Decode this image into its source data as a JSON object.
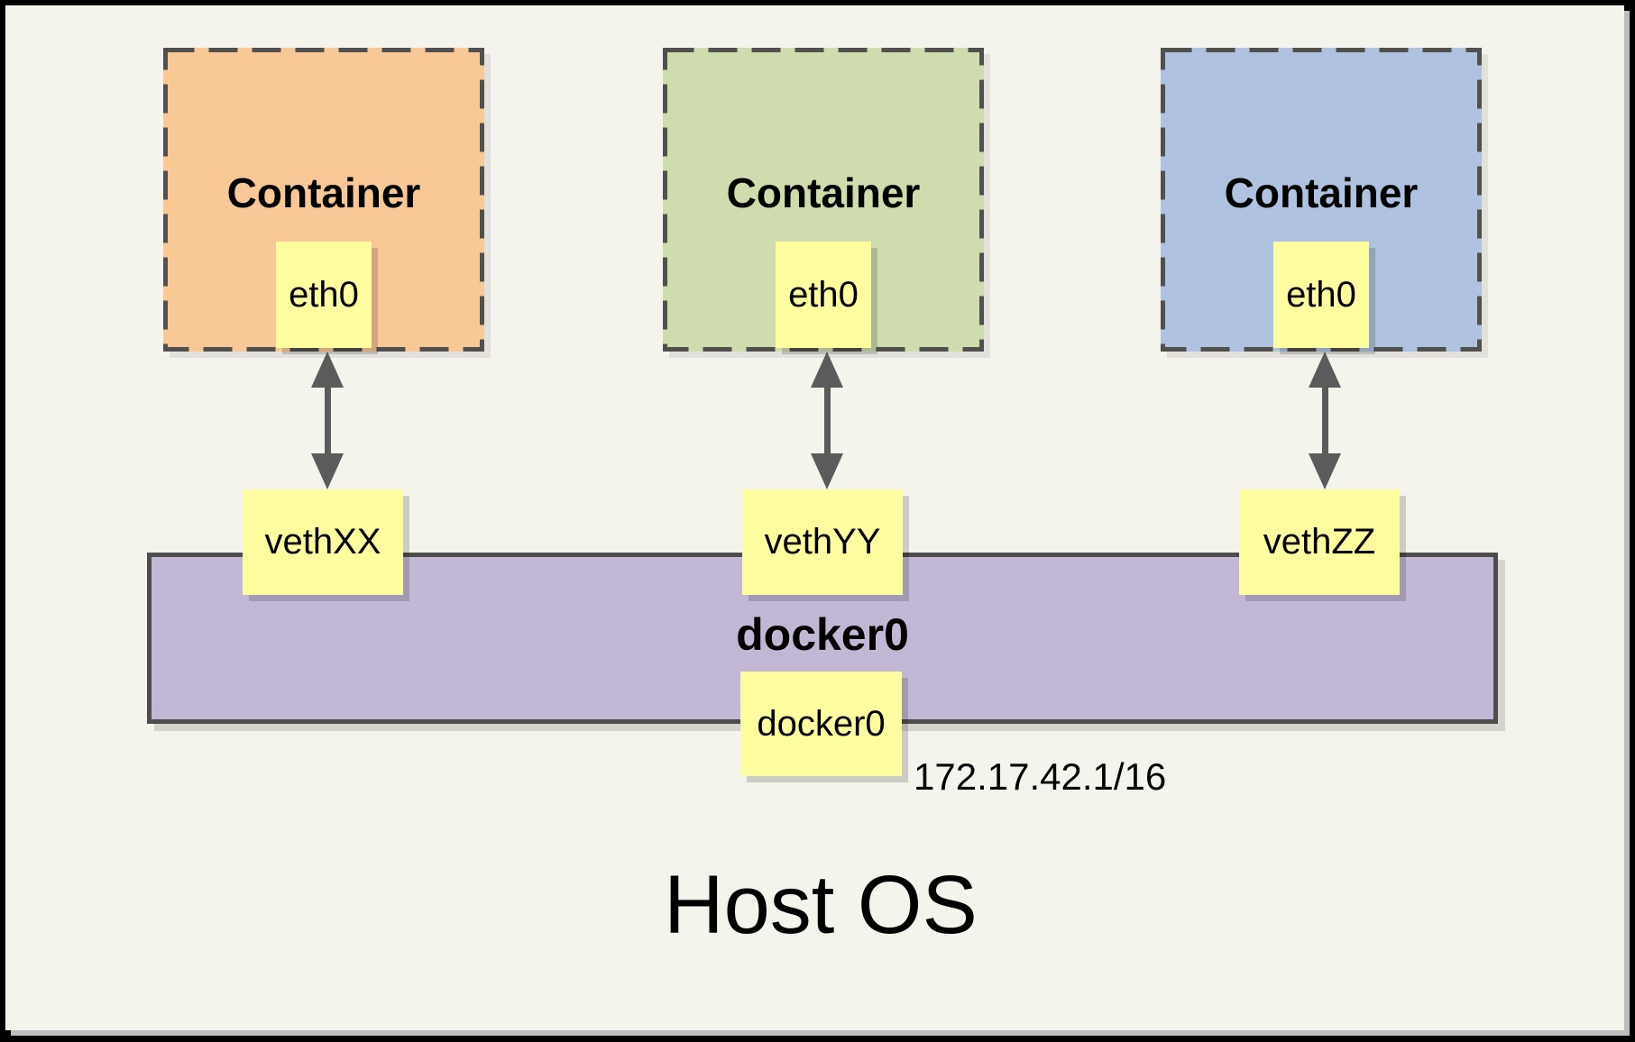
{
  "host": {
    "label": "Host OS"
  },
  "bridge": {
    "name": "docker0",
    "interface": "docker0",
    "ip": "172.17.42.1/16"
  },
  "containers": [
    {
      "title": "Container",
      "interface": "eth0",
      "veth": "vethXX"
    },
    {
      "title": "Container",
      "interface": "eth0",
      "veth": "vethYY"
    },
    {
      "title": "Container",
      "interface": "eth0",
      "veth": "vethZZ"
    }
  ],
  "colors": {
    "canvas_bg": "#F4F3EC",
    "frame": "#000000",
    "frame_shadow": "#BDBDBD",
    "container_orange": "#F9C897",
    "container_green": "#CFDCAE",
    "container_blue": "#AFC3E0",
    "note_yellow": "#FDFD9F",
    "bridge_purple": "#C2B8D6",
    "dash_border": "#52504E",
    "bar_border": "#4D4D4D",
    "arrow": "#5B5B5B"
  }
}
